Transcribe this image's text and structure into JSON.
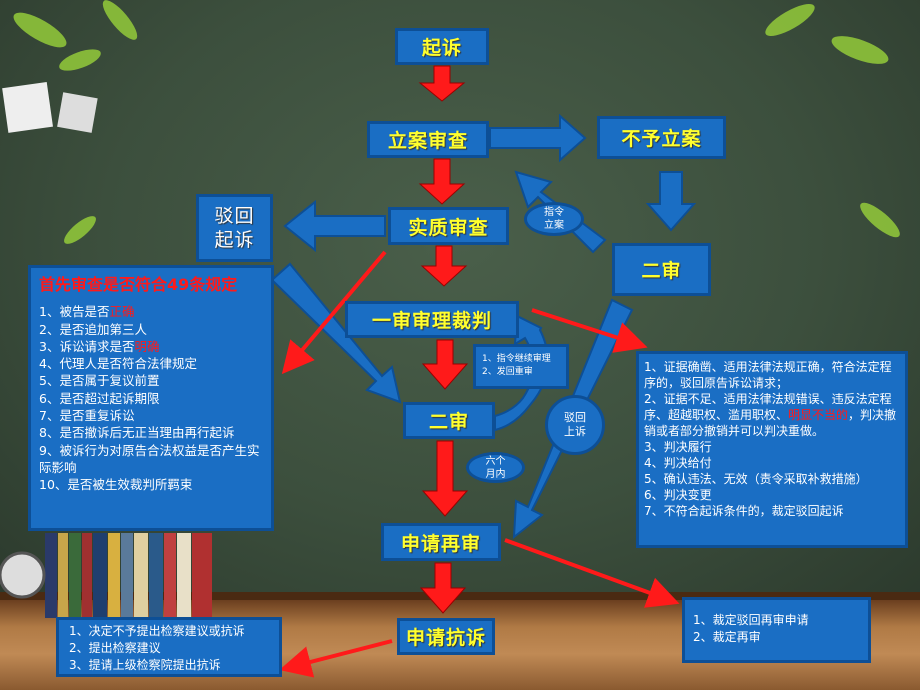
{
  "nodes": {
    "qisu": "起诉",
    "lian_shencha": "立案审查",
    "buyu_lian": "不予立案",
    "bohui_qisu_line1": "驳回",
    "bohui_qisu_line2": "起诉",
    "shizhi_shencha": "实质审查",
    "ershen_right": "二审",
    "yishen": "一审审理裁判",
    "ershen_center": "二审",
    "shenqing_zaishen": "申请再审",
    "shenqing_kangsu": "申请抗诉"
  },
  "ellipses": {
    "zhiling_lian": [
      "指令",
      "立案"
    ],
    "bohui_shangsu": [
      "驳回",
      "上诉"
    ],
    "liuge_yuenei": [
      "六个",
      "月内"
    ]
  },
  "remand_box": [
    "1、指令继续审理",
    "2、发回重审"
  ],
  "left_box": {
    "title": "首先审查是否符合49条规定",
    "items": [
      {
        "text": "1、被告是否",
        "highlight": "正确"
      },
      {
        "text": "2、是否追加第三人",
        "highlight": ""
      },
      {
        "text": "3、诉讼请求是否",
        "highlight": "明确"
      },
      {
        "text": "4、代理人是否符合法律规定",
        "highlight": ""
      },
      {
        "text": "5、是否属于复议前置",
        "highlight": ""
      },
      {
        "text": "6、是否超过起诉期限",
        "highlight": ""
      },
      {
        "text": "7、是否重复诉讼",
        "highlight": ""
      },
      {
        "text": "8、是否撤诉后无正当理由再行起诉",
        "highlight": ""
      },
      {
        "text": "9、被诉行为对原告合法权益是否产生实际影响",
        "highlight": ""
      },
      {
        "text": "10、是否被生效裁判所羁束",
        "highlight": ""
      }
    ]
  },
  "right_box": {
    "item1": "1、证据确凿、适用法律法规正确，符合法定程序的，驳回原告诉讼请求；",
    "item2_a": "2、证据不足、适用法律法规错误、违反法定程序、超越职权、滥用职权、",
    "item2_highlight": "明显不当的",
    "item2_b": "，判决撤销或者部分撤销并可以判决重做。",
    "items": [
      "3、判决履行",
      "4、判决给付",
      "5、确认违法、无效（责令采取补救措施）",
      "6、判决变更",
      "7、不符合起诉条件的，裁定驳回起诉"
    ]
  },
  "retrial_box": [
    "1、裁定驳回再审申请",
    "2、裁定再审"
  ],
  "protest_box": [
    "1、决定不予提出检察建议或抗诉",
    "2、提出检察建议",
    "3、提请上级检察院提出抗诉"
  ],
  "colors": {
    "box": "#1a6ec4",
    "border": "#0d4f96",
    "node_text": "#ffff2e",
    "red_arrow": "#ff1a1a",
    "board": "#3c4f3d"
  }
}
